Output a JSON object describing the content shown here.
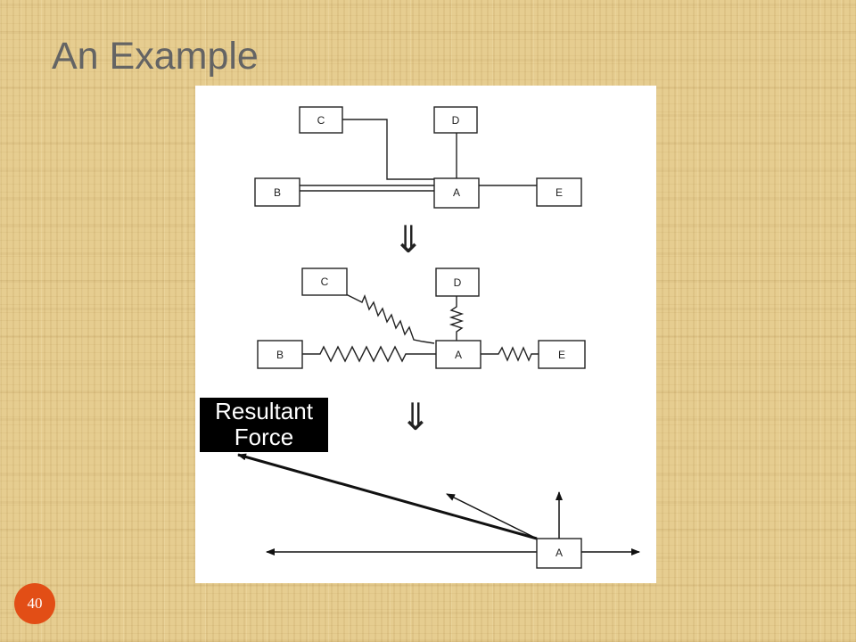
{
  "slide": {
    "title": "An Example",
    "page_number": "40"
  },
  "figure": {
    "top_diagram": {
      "boxes": {
        "c": "C",
        "d": "D",
        "b": "B",
        "a": "A",
        "e": "E"
      }
    },
    "middle_diagram": {
      "boxes": {
        "c": "C",
        "d": "D",
        "b": "B",
        "a": "A",
        "e": "E"
      }
    },
    "bottom_diagram": {
      "boxes": {
        "a": "A"
      }
    },
    "arrow_glyph": "⇓",
    "callout": {
      "line1": "Resultant",
      "line2": "Force"
    }
  },
  "colors": {
    "title": "#646464",
    "badge": "#e24e16",
    "callout_bg": "#000000",
    "background": "#e6cd90"
  }
}
